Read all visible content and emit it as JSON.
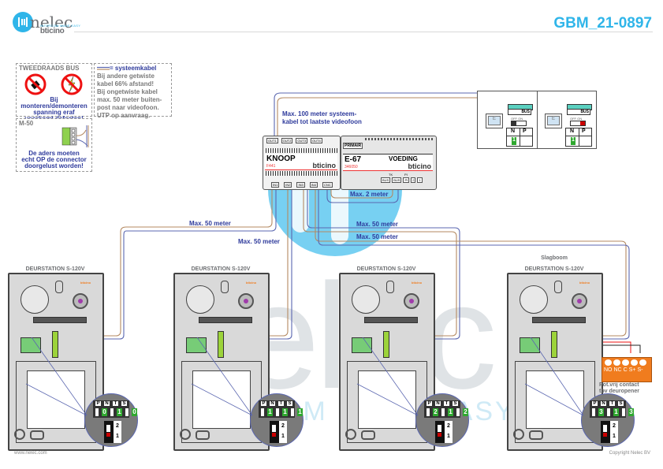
{
  "header": {
    "brand_name": "nelec",
    "brand_tagline": "INTERCOM MADE EASY",
    "partner_brand": "bticino",
    "document_code": "GBM_21-0897"
  },
  "notes": {
    "bus_warning": {
      "title": "TWEEDRAADS BUS",
      "icons": [
        "no-power-plug-icon",
        "no-lightning-icon"
      ],
      "text_lines": [
        "Bij monteren/demonteren",
        "spanning eraf",
        "voorkomt defecten!"
      ]
    },
    "system_cable": {
      "legend_label": "= systeemkabel",
      "text_lines": [
        "Bij andere getwiste",
        "kabel 66% afstand!",
        "Bij ongetwiste kabel",
        "max. 50 meter buiten-",
        "post naar videofoon.",
        "UTP op aanvraag."
      ]
    },
    "m50": {
      "title": "M-50",
      "text_lines": [
        "De aders moeten",
        "echt OP de connector",
        "doorgelust worden!"
      ]
    }
  },
  "cable_labels": {
    "system_max": [
      "Max. 100 meter systeem-",
      "kabel tot laatste videofoon"
    ],
    "power_max": "Max. 2 meter",
    "station1_max": "Max. 50 meter",
    "station2_max": "Max. 50 meter",
    "station3_max": "Max. 50 meter",
    "station4_max": "Max. 50 meter"
  },
  "knoop": {
    "label": "KNOOP",
    "article": "F441",
    "brand": "bticino",
    "outputs": [
      "OUT1",
      "OUT2",
      "OUT3",
      "OUT4"
    ],
    "inputs": [
      "IN1",
      "IN2",
      "IN3",
      "IN4",
      "CNC"
    ]
  },
  "power_supply": {
    "label": "E-67",
    "function": "VOEDING",
    "article": "346050",
    "brand": "bticino",
    "primary_label": "PRIMAIR",
    "terminal_groups": [
      "TK",
      "PI"
    ],
    "terminals": [
      "BUS",
      "BUS",
      "PI",
      "2",
      "1"
    ]
  },
  "monitors": [
    {
      "screen_glyph": "E",
      "terminal_label": "BUS",
      "switch_label": "OFF ON",
      "switch_state": "off",
      "dip_labels": [
        "N",
        "P"
      ],
      "n_value": "1"
    },
    {
      "screen_glyph": "E",
      "terminal_label": "BUS",
      "switch_label": "OFF ON",
      "switch_state": "on",
      "dip_labels": [
        "N",
        "P"
      ],
      "n_value": "1"
    }
  ],
  "stations": [
    {
      "subtitle": "",
      "title": "DEURSTATION S-120V",
      "brand": "bticino",
      "dip_labels": [
        "P",
        "N",
        "T",
        "S"
      ],
      "dip_values": [
        "0",
        "1",
        "0"
      ],
      "switch_labels": [
        "2",
        "1"
      ]
    },
    {
      "subtitle": "",
      "title": "DEURSTATION S-120V",
      "brand": "bticino",
      "dip_labels": [
        "P",
        "N",
        "T",
        "S"
      ],
      "dip_values": [
        "1",
        "1",
        "1"
      ],
      "switch_labels": [
        "2",
        "1"
      ]
    },
    {
      "subtitle": "",
      "title": "DEURSTATION S-120V",
      "brand": "bticino",
      "dip_labels": [
        "P",
        "N",
        "T",
        "S"
      ],
      "dip_values": [
        "2",
        "1",
        "2"
      ],
      "switch_labels": [
        "2",
        "1"
      ]
    },
    {
      "subtitle": "Slagboom",
      "title": "DEURSTATION S-120V",
      "brand": "bticino",
      "dip_labels": [
        "P",
        "N",
        "T",
        "S"
      ],
      "dip_values": [
        "3",
        "1",
        "3"
      ],
      "switch_labels": [
        "2",
        "1"
      ]
    }
  ],
  "relay": {
    "terminals": [
      "NO",
      "NC",
      "C",
      "S+",
      "S-"
    ],
    "caption_lines": [
      "Pot.vrij contact",
      "tbv deuropener"
    ]
  },
  "watermark": {
    "text": "elec",
    "tagline": "RCOM MADE EASY"
  },
  "footer": {
    "website": "www.nelec.com",
    "copyright": "Copyright Nelec BV"
  },
  "colors": {
    "accent": "#2fb5e9",
    "cable_blue": "#5b67b0",
    "cable_brown": "#b48a62",
    "label_blue": "#2f3b9c",
    "dip_green": "#2fa82f",
    "relay_orange": "#f07c1e",
    "bticino_orange": "#f07c1e"
  }
}
